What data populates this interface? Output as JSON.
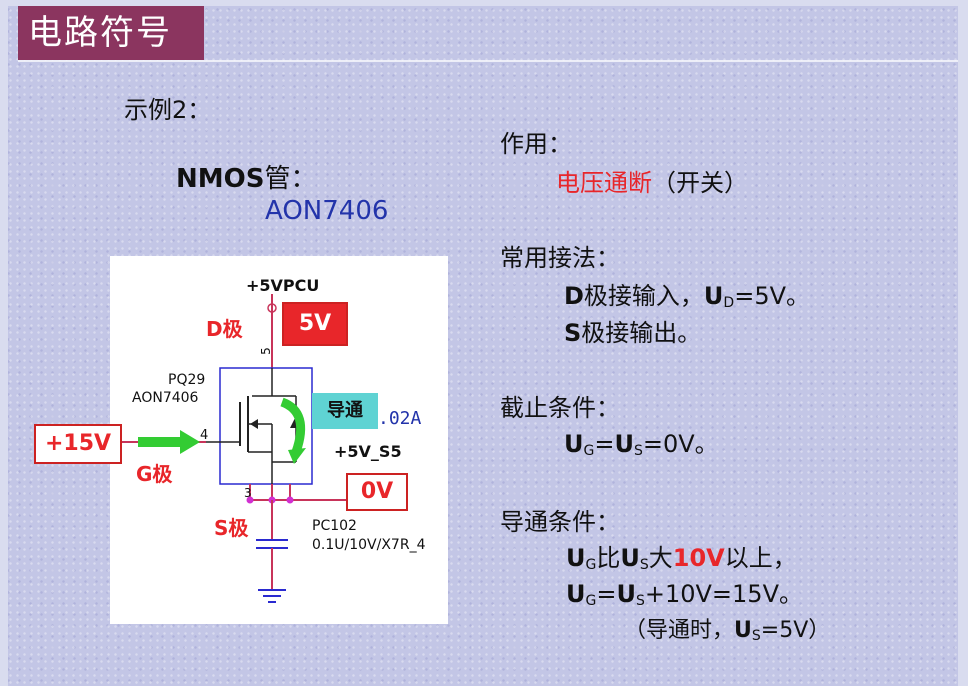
{
  "title": "电路符号",
  "example_label": "示例2",
  "example_colon": "：",
  "nmos_title": "NMOS",
  "nmos_suffix": "管：",
  "part_number": "AON7406",
  "function": {
    "heading": "作用：",
    "value": "电压通断",
    "note": "（开关）"
  },
  "usage": {
    "heading": "常用接法：",
    "line1_pin": "D",
    "line1_text": "极接输入，",
    "line1_u": "U",
    "line1_sub": "D",
    "line1_val": "=5V。",
    "line2_pin": "S",
    "line2_text": "极接输出。"
  },
  "cutoff": {
    "heading": "截止条件：",
    "u1": "U",
    "sub1": "G",
    "eq": "=",
    "u2": "U",
    "sub2": "S",
    "val": "=0V。"
  },
  "conduct": {
    "heading": "导通条件：",
    "l1_u1": "U",
    "l1_sub1": "G",
    "l1_mid": "比",
    "l1_u2": "U",
    "l1_sub2": "S",
    "l1_big": "大",
    "l1_volt": "10V",
    "l1_end": "以上，",
    "l2_u1": "U",
    "l2_sub1": "G",
    "l2_eq": "=",
    "l2_u2": "U",
    "l2_sub2": "S",
    "l2_val": "+10V=15V。",
    "l3_open": "（导通时，",
    "l3_u": "U",
    "l3_sub": "S",
    "l3_val": "=5V）"
  },
  "schematic": {
    "vcc_label": "+5VPCU",
    "d_label": "D极",
    "d_voltage": "5V",
    "pin5": "5",
    "pin4": "4",
    "pin3": "3",
    "ref": "PQ29",
    "ref_part": "AON7406",
    "conduct_tag": "导通",
    "current_frag": ".02A",
    "gate_voltage": "+15V",
    "g_label": "G极",
    "s_net": "+5V_S5",
    "s_voltage": "0V",
    "s_label": "S极",
    "cap_ref": "PC102",
    "cap_value": "0.1U/10V/X7R_4"
  },
  "colors": {
    "title_bg": "#8b355f",
    "red": "#e8262a",
    "blue": "#2233aa",
    "cyan_tag": "#5fd3d3",
    "green_arrow": "#33cc33",
    "schematic_line": "#c8345a",
    "pin_dot": "#d12fd1"
  }
}
